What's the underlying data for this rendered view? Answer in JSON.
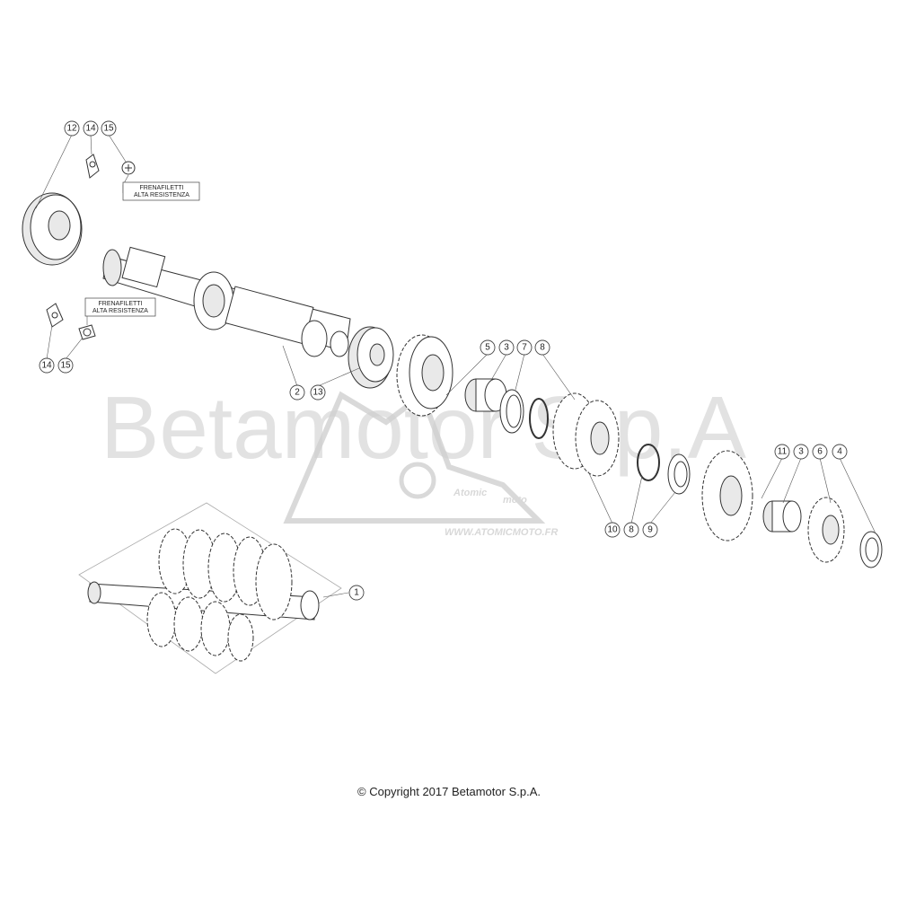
{
  "watermark": {
    "text": "Betamotor S.p.A",
    "logo_brand": "Atomic",
    "logo_sub": "moto",
    "logo_url": "WWW.ATOMICMOTO.FR"
  },
  "notes": {
    "top": {
      "line1": "FRENAFILETTI",
      "line2": "ALTA RESISTENZA"
    },
    "left": {
      "line1": "FRENAFILETTI",
      "line2": "ALTA RESISTENZA"
    }
  },
  "callouts": {
    "c12": "12",
    "c14a": "14",
    "c15a": "15",
    "c14b": "14",
    "c15b": "15",
    "c2": "2",
    "c13": "13",
    "c5": "5",
    "c3a": "3",
    "c7": "7",
    "c8a": "8",
    "c10": "10",
    "c8b": "8",
    "c9": "9",
    "c11": "11",
    "c3b": "3",
    "c6": "6",
    "c4": "4",
    "c1": "1"
  },
  "copyright": "© Copyright 2017 Betamotor S.p.A."
}
